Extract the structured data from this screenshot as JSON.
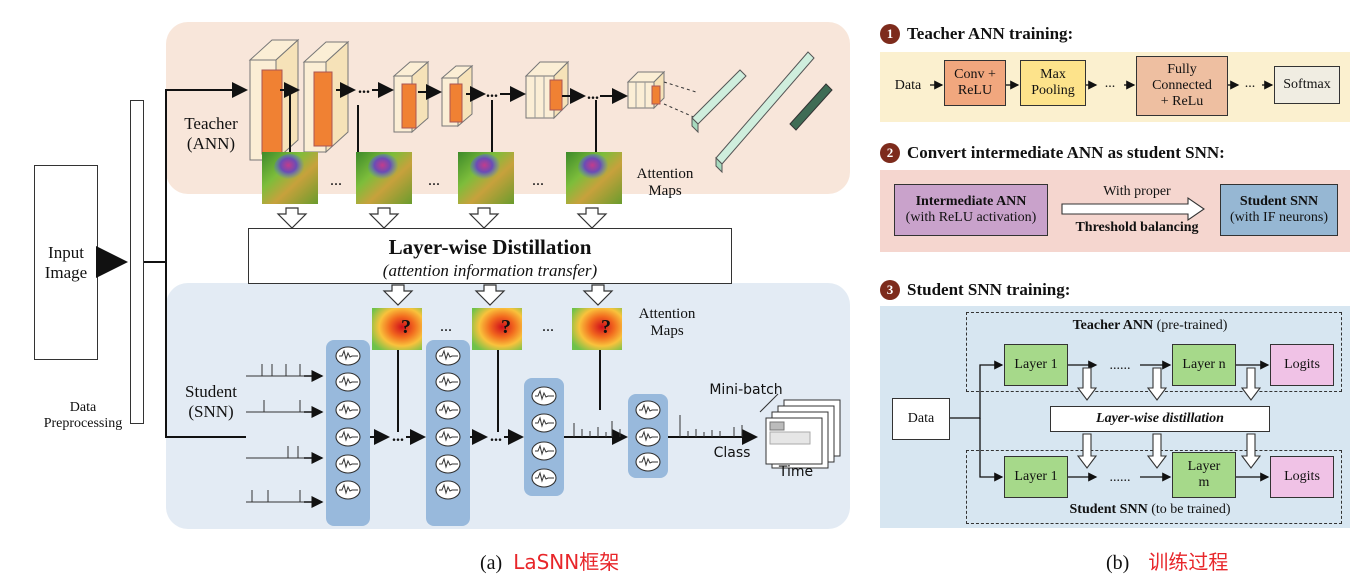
{
  "panel_a": {
    "input": "Input\nImage",
    "preprocessing": "Data\nPreprocessing",
    "teacher_label": "Teacher\n(ANN)",
    "student_label": "Student\n(SNN)",
    "attention_maps_top": "Attention\nMaps",
    "attention_maps_bottom": "Attention\nMaps",
    "distillation_title": "Layer-wise Distillation",
    "distillation_subtitle": "(attention information transfer)",
    "ellipsis": "...",
    "question_mark": "?",
    "minibatch": "Mini-batch",
    "class_label": "Class",
    "time_label": "Time",
    "caption_prefix": "(a)",
    "caption_cn": "LaSNN框架"
  },
  "panel_b": {
    "step1": {
      "num": "1",
      "title": "Teacher ANN training:",
      "data": "Data",
      "conv": "Conv +\nReLU",
      "pool": "Max\nPooling",
      "fc": "Fully\nConnected\n+ ReLu",
      "softmax": "Softmax",
      "dots": "...",
      "dots2": "..."
    },
    "step2": {
      "num": "2",
      "title": "Convert intermediate ANN as student SNN:",
      "left_bold": "Intermediate ANN",
      "left_sub": "(with ReLU activation)",
      "arrow_top": "With proper",
      "arrow_bottom": "Threshold balancing",
      "right_bold": "Student SNN",
      "right_sub": "(with IF neurons)"
    },
    "step3": {
      "num": "3",
      "title": "Student SNN training:",
      "teacher_bold": "Teacher ANN",
      "teacher_sub": " (pre-trained)",
      "data": "Data",
      "t_layer1": "Layer 1",
      "t_dots": "......",
      "t_layern": "Layer n",
      "t_logits": "Logits",
      "distill": "Layer-wise distillation",
      "s_layer1": "Layer 1",
      "s_dots": "......",
      "s_layerm": "Layer\nm",
      "s_logits": "Logits",
      "student_bold": "Student SNN",
      "student_sub": " (to be trained)"
    },
    "caption_prefix": "(b)",
    "caption_cn": "训练过程"
  },
  "colors": {
    "teacher_bg": "#f8e6da",
    "student_bg": "#e3ebf4",
    "step1_bg": "#fbf0cf",
    "step2_bg": "#f5d6cf",
    "step3_bg": "#d7e6f1",
    "conv": "#f1a77e",
    "pool": "#fde38b",
    "fc": "#eebfa1",
    "softmax": "#f0ede2",
    "int_ann": "#c9a2cb",
    "student_snn": "#96b7d3",
    "layer": "#a6d98a",
    "logits": "#f0c2e6",
    "neuron_col": "#98b9dc",
    "feature_orange": "#f08133",
    "caption_red": "#e8262a"
  }
}
